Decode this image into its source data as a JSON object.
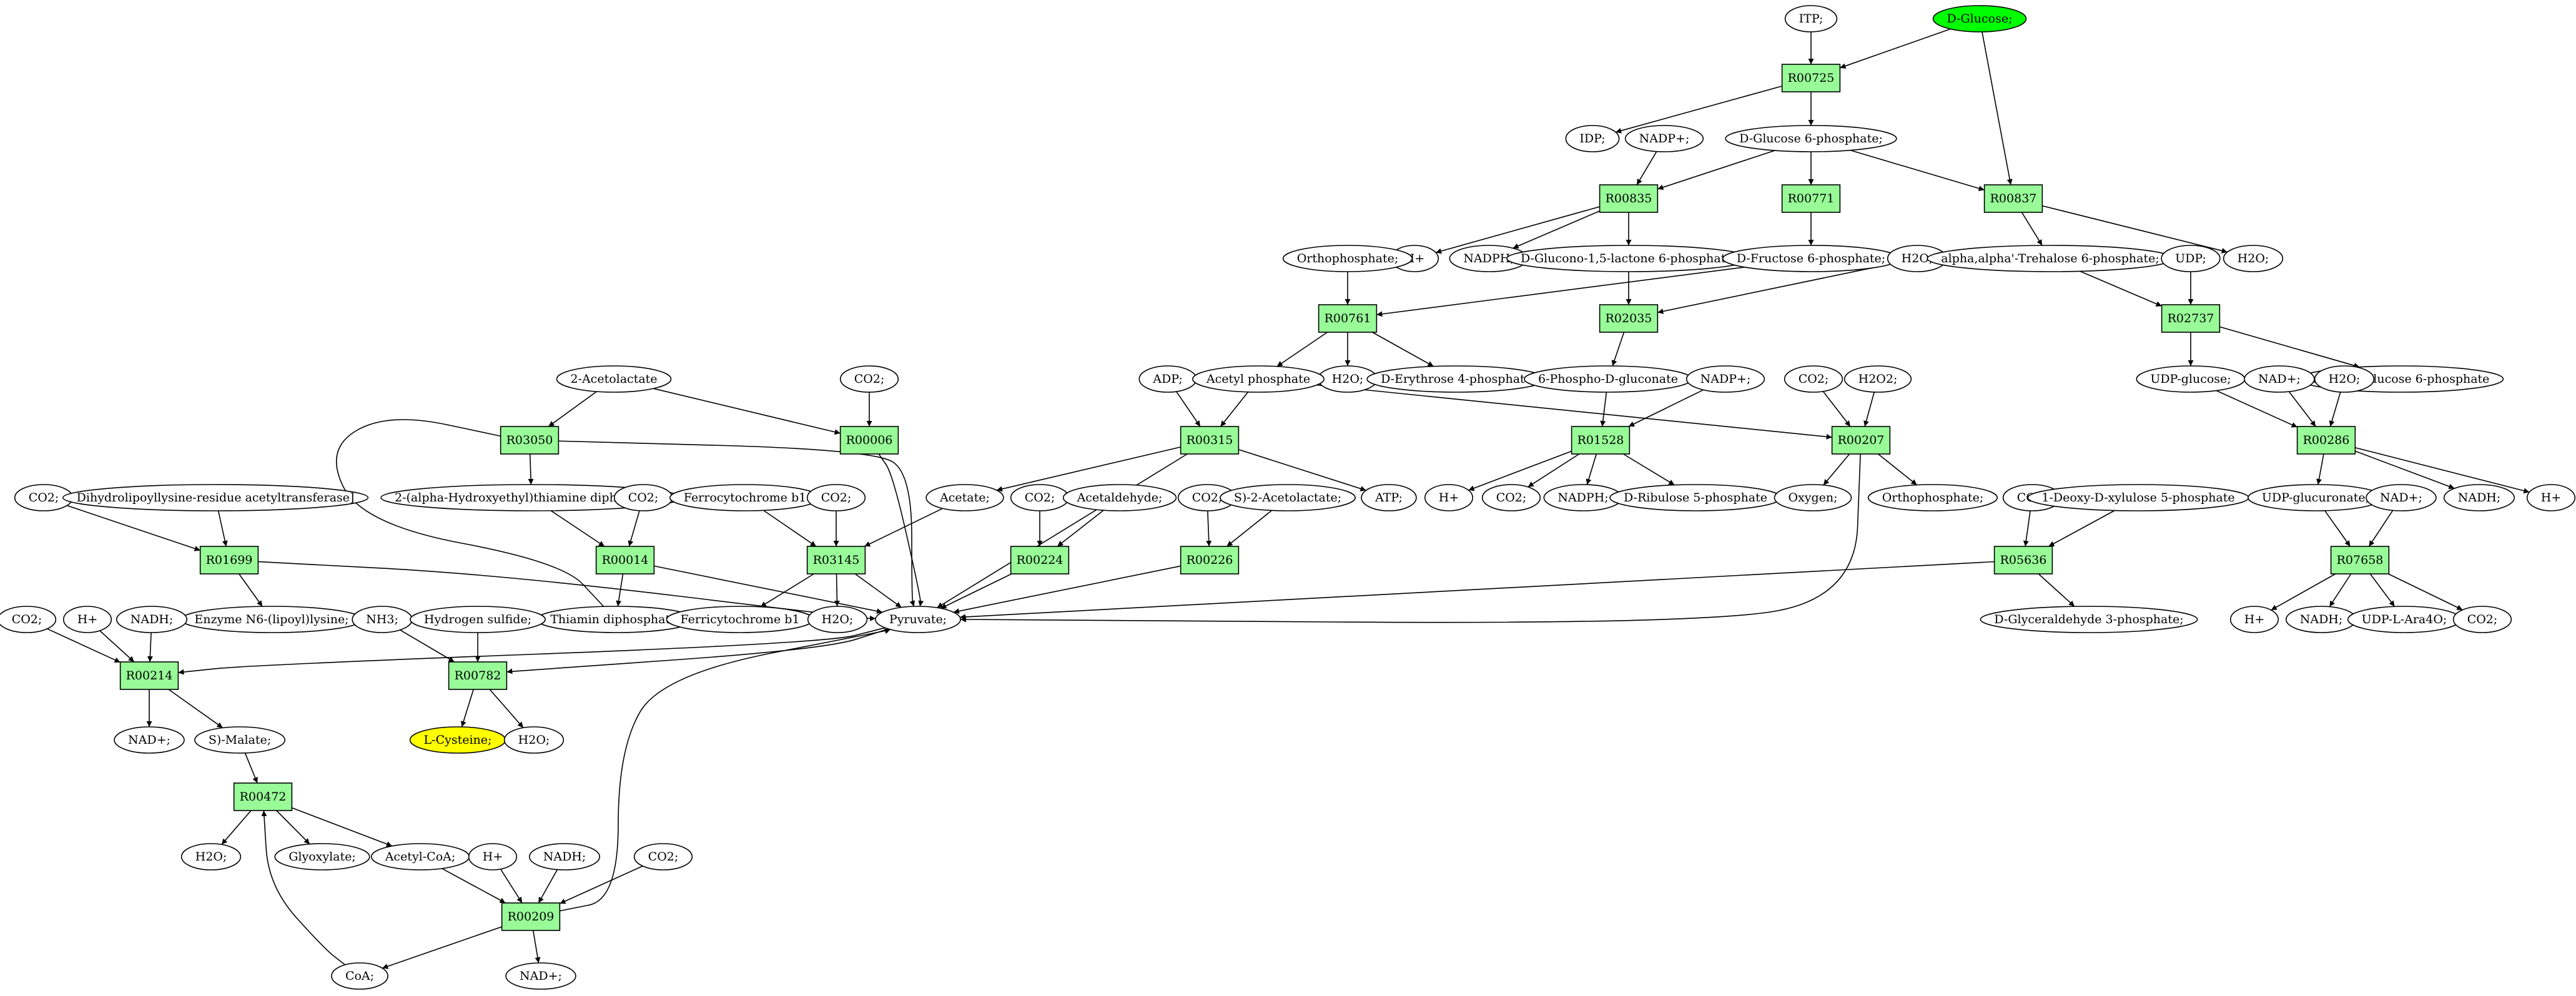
{
  "colors": {
    "reaction_fill": "#98fb98",
    "metabolite_fill": "#ffffff",
    "source_fill": "#00ff00",
    "target_fill": "#ffff00",
    "edge": "#000000"
  },
  "reactions": [
    {
      "id": "R00725",
      "label": "R00725"
    },
    {
      "id": "R00835",
      "label": "R00835"
    },
    {
      "id": "R00771",
      "label": "R00771"
    },
    {
      "id": "R00837",
      "label": "R00837"
    },
    {
      "id": "R00761",
      "label": "R00761"
    },
    {
      "id": "R02035",
      "label": "R02035"
    },
    {
      "id": "R02737",
      "label": "R02737"
    },
    {
      "id": "R03050",
      "label": "R03050"
    },
    {
      "id": "R00006",
      "label": "R00006"
    },
    {
      "id": "R00315",
      "label": "R00315"
    },
    {
      "id": "R01528",
      "label": "R01528"
    },
    {
      "id": "R00207",
      "label": "R00207"
    },
    {
      "id": "R00286",
      "label": "R00286"
    },
    {
      "id": "R01699",
      "label": "R01699"
    },
    {
      "id": "R00014",
      "label": "R00014"
    },
    {
      "id": "R03145",
      "label": "R03145"
    },
    {
      "id": "R00224",
      "label": "R00224"
    },
    {
      "id": "R00226",
      "label": "R00226"
    },
    {
      "id": "R05636",
      "label": "R05636"
    },
    {
      "id": "R07658",
      "label": "R07658"
    },
    {
      "id": "R00214",
      "label": "R00214"
    },
    {
      "id": "R00782",
      "label": "R00782"
    },
    {
      "id": "R00472",
      "label": "R00472"
    },
    {
      "id": "R00209",
      "label": "R00209"
    }
  ],
  "metabolites": [
    {
      "id": "itp",
      "label": "ITP;"
    },
    {
      "id": "dglucose",
      "label": "D-Glucose;",
      "role": "source"
    },
    {
      "id": "idp",
      "label": "IDP;"
    },
    {
      "id": "nadp_a",
      "label": "NADP+;"
    },
    {
      "id": "g6p",
      "label": "D-Glucose 6-phosphate;"
    },
    {
      "id": "h_a",
      "label": "H+"
    },
    {
      "id": "nadph_a",
      "label": "NADPH;"
    },
    {
      "id": "gluconolactone",
      "label": "D-Glucono-1,5-lactone 6-phosphate;"
    },
    {
      "id": "f6p",
      "label": "D-Fructose 6-phosphate;"
    },
    {
      "id": "h2o_a",
      "label": "H2O;"
    },
    {
      "id": "trehalose6p",
      "label": "alpha,alpha'-Trehalose 6-phosphate;"
    },
    {
      "id": "udp",
      "label": "UDP;"
    },
    {
      "id": "h2o_b",
      "label": "H2O;"
    },
    {
      "id": "orthophosphate_a",
      "label": "Orthophosphate;"
    },
    {
      "id": "h2o_c",
      "label": "H2O;"
    },
    {
      "id": "e4p",
      "label": "D-Erythrose 4-phosphate"
    },
    {
      "id": "pgluconate",
      "label": "6-Phospho-D-gluconate"
    },
    {
      "id": "udpglucose",
      "label": "UDP-glucose;"
    },
    {
      "id": "adglucose6p",
      "label": "alpha-D-Glucose 6-phosphate"
    },
    {
      "id": "acetolactate",
      "label": "2-Acetolactate"
    },
    {
      "id": "co2_a",
      "label": "CO2;"
    },
    {
      "id": "adp",
      "label": "ADP;"
    },
    {
      "id": "acetylphosphate",
      "label": "Acetyl phosphate"
    },
    {
      "id": "nadp_b",
      "label": "NADP+;"
    },
    {
      "id": "co2_b",
      "label": "CO2;"
    },
    {
      "id": "h2o2",
      "label": "H2O2;"
    },
    {
      "id": "nad_a",
      "label": "NAD+;"
    },
    {
      "id": "h2o_d",
      "label": "H2O;"
    },
    {
      "id": "h2o_e",
      "label": "H2O;"
    },
    {
      "id": "co2_c",
      "label": "CO2;"
    },
    {
      "id": "dihydrolipoyllysine",
      "label": "Dihydrolipoyllysine-residue acetyltransferase]"
    },
    {
      "id": "hethdp",
      "label": "2-(alpha-Hydroxyethyl)thiamine diphosphate;"
    },
    {
      "id": "co2_d",
      "label": "CO2;"
    },
    {
      "id": "ferrocytochrome",
      "label": "Ferrocytochrome b1"
    },
    {
      "id": "co2_e",
      "label": "CO2;"
    },
    {
      "id": "acetate",
      "label": "Acetate;"
    },
    {
      "id": "co2_f",
      "label": "CO2;"
    },
    {
      "id": "acetaldehyde",
      "label": "Acetaldehyde;"
    },
    {
      "id": "co2_g",
      "label": "CO2;"
    },
    {
      "id": "s2acetolactate",
      "label": "S)-2-Acetolactate;"
    },
    {
      "id": "atp",
      "label": "ATP;"
    },
    {
      "id": "h_b",
      "label": "H+"
    },
    {
      "id": "co2_h",
      "label": "CO2;"
    },
    {
      "id": "nadph_b",
      "label": "NADPH;"
    },
    {
      "id": "ribulose5p",
      "label": "D-Ribulose 5-phosphate"
    },
    {
      "id": "oxygen",
      "label": "Oxygen;"
    },
    {
      "id": "orthophosphate_b",
      "label": "Orthophosphate;"
    },
    {
      "id": "co2_i",
      "label": "CO2;"
    },
    {
      "id": "deoxyxylulose5p",
      "label": "1-Deoxy-D-xylulose 5-phosphate"
    },
    {
      "id": "udpglucuronate",
      "label": "UDP-glucuronate;"
    },
    {
      "id": "nad_b",
      "label": "NAD+;"
    },
    {
      "id": "nadh_a",
      "label": "NADH;"
    },
    {
      "id": "h_c",
      "label": "H+"
    },
    {
      "id": "lipoyllysine",
      "label": "Enzyme N6-(lipoyl)lysine;"
    },
    {
      "id": "thiamindp",
      "label": "Thiamin diphosphate;"
    },
    {
      "id": "ferricytochrome",
      "label": "Ferricytochrome b1"
    },
    {
      "id": "h2o_f",
      "label": "H2O;"
    },
    {
      "id": "pyruvate",
      "label": "Pyruvate;"
    },
    {
      "id": "g3p",
      "label": "D-Glyceraldehyde 3-phosphate;"
    },
    {
      "id": "h_d",
      "label": "H+"
    },
    {
      "id": "nadh_b",
      "label": "NADH;"
    },
    {
      "id": "udpara4o",
      "label": "UDP-L-Ara4O;"
    },
    {
      "id": "co2_j",
      "label": "CO2;"
    },
    {
      "id": "co2_k",
      "label": "CO2;"
    },
    {
      "id": "h_e",
      "label": "H+"
    },
    {
      "id": "nadh_c",
      "label": "NADH;"
    },
    {
      "id": "nh3",
      "label": "NH3;"
    },
    {
      "id": "h2s",
      "label": "Hydrogen sulfide;"
    },
    {
      "id": "nad_c",
      "label": "NAD+;"
    },
    {
      "id": "smalate",
      "label": "S)-Malate;"
    },
    {
      "id": "lcysteine",
      "label": "L-Cysteine;",
      "role": "target"
    },
    {
      "id": "h2o_g",
      "label": "H2O;"
    },
    {
      "id": "h2o_h",
      "label": "H2O;"
    },
    {
      "id": "glyoxylate",
      "label": "Glyoxylate;"
    },
    {
      "id": "acetylcoa",
      "label": "Acetyl-CoA;"
    },
    {
      "id": "h_f",
      "label": "H+"
    },
    {
      "id": "nadh_d",
      "label": "NADH;"
    },
    {
      "id": "co2_l",
      "label": "CO2;"
    },
    {
      "id": "coa",
      "label": "CoA;"
    },
    {
      "id": "nad_d",
      "label": "NAD+;"
    }
  ],
  "edges": [
    [
      "itp",
      "R00725"
    ],
    [
      "dglucose",
      "R00725"
    ],
    [
      "R00725",
      "idp"
    ],
    [
      "R00725",
      "g6p"
    ],
    [
      "dglucose",
      "R00837"
    ],
    [
      "g6p",
      "R00835"
    ],
    [
      "nadp_a",
      "R00835"
    ],
    [
      "R00835",
      "h_a"
    ],
    [
      "R00835",
      "nadph_a"
    ],
    [
      "R00835",
      "gluconolactone"
    ],
    [
      "g6p",
      "R00771"
    ],
    [
      "R00771",
      "f6p"
    ],
    [
      "g6p",
      "R00837"
    ],
    [
      "R00837",
      "trehalose6p"
    ],
    [
      "R00837",
      "h2o_b"
    ],
    [
      "gluconolactone",
      "R02035"
    ],
    [
      "h2o_a",
      "R02035"
    ],
    [
      "R02035",
      "pgluconate"
    ],
    [
      "f6p",
      "R00761"
    ],
    [
      "orthophosphate_a",
      "R00761"
    ],
    [
      "R00761",
      "acetylphosphate"
    ],
    [
      "R00761",
      "h2o_c"
    ],
    [
      "R00761",
      "e4p"
    ],
    [
      "trehalose6p",
      "R02737"
    ],
    [
      "udp",
      "R02737"
    ],
    [
      "R02737",
      "udpglucose"
    ],
    [
      "R02737",
      "adglucose6p"
    ],
    [
      "acetolactate",
      "R03050"
    ],
    [
      "acetolactate",
      "R00006"
    ],
    [
      "co2_a",
      "R00006"
    ],
    [
      "R00006",
      "pyruvate"
    ],
    [
      "adp",
      "R00315"
    ],
    [
      "acetylphosphate",
      "R00315"
    ],
    [
      "R00315",
      "acetate"
    ],
    [
      "R00315",
      "atp"
    ],
    [
      "R00315",
      "pyruvate"
    ],
    [
      "acetylphosphate",
      "R00207"
    ],
    [
      "co2_b",
      "R00207"
    ],
    [
      "h2o2",
      "R00207"
    ],
    [
      "R00207",
      "oxygen"
    ],
    [
      "R00207",
      "orthophosphate_b"
    ],
    [
      "R00207",
      "pyruvate"
    ],
    [
      "pgluconate",
      "R01528"
    ],
    [
      "nadp_b",
      "R01528"
    ],
    [
      "R01528",
      "h_b"
    ],
    [
      "R01528",
      "co2_h"
    ],
    [
      "R01528",
      "nadph_b"
    ],
    [
      "R01528",
      "ribulose5p"
    ],
    [
      "udpglucose",
      "R00286"
    ],
    [
      "nad_a",
      "R00286"
    ],
    [
      "h2o_d",
      "R00286"
    ],
    [
      "R00286",
      "udpglucuronate"
    ],
    [
      "R00286",
      "nadh_a"
    ],
    [
      "R00286",
      "h_c"
    ],
    [
      "R03050",
      "hethdp"
    ],
    [
      "R03050",
      "pyruvate"
    ],
    [
      "co2_c",
      "R01699"
    ],
    [
      "dihydrolipoyllysine",
      "R01699"
    ],
    [
      "R01699",
      "lipoyllysine"
    ],
    [
      "R01699",
      "pyruvate"
    ],
    [
      "hethdp",
      "R00014"
    ],
    [
      "co2_d",
      "R00014"
    ],
    [
      "R00014",
      "thiamindp"
    ],
    [
      "R00014",
      "pyruvate"
    ],
    [
      "thiamindp",
      "R03050"
    ],
    [
      "ferrocytochrome",
      "R03145"
    ],
    [
      "co2_e",
      "R03145"
    ],
    [
      "acetate",
      "R03145"
    ],
    [
      "R03145",
      "ferricytochrome"
    ],
    [
      "R03145",
      "h2o_f"
    ],
    [
      "R03145",
      "pyruvate"
    ],
    [
      "co2_f",
      "R00224"
    ],
    [
      "acetaldehyde",
      "R00224"
    ],
    [
      "R00224",
      "pyruvate"
    ],
    [
      "co2_g",
      "R00226"
    ],
    [
      "s2acetolactate",
      "R00226"
    ],
    [
      "R00226",
      "pyruvate"
    ],
    [
      "co2_i",
      "R05636"
    ],
    [
      "deoxyxylulose5p",
      "R05636"
    ],
    [
      "R05636",
      "g3p"
    ],
    [
      "R05636",
      "pyruvate"
    ],
    [
      "udpglucuronate",
      "R07658"
    ],
    [
      "nad_b",
      "R07658"
    ],
    [
      "R07658",
      "h_d"
    ],
    [
      "R07658",
      "nadh_b"
    ],
    [
      "R07658",
      "udpara4o"
    ],
    [
      "R07658",
      "co2_j"
    ],
    [
      "co2_k",
      "R00214"
    ],
    [
      "h_e",
      "R00214"
    ],
    [
      "nadh_c",
      "R00214"
    ],
    [
      "pyruvate",
      "R00214"
    ],
    [
      "R00214",
      "nad_c"
    ],
    [
      "R00214",
      "smalate"
    ],
    [
      "nh3",
      "R00782"
    ],
    [
      "h2s",
      "R00782"
    ],
    [
      "pyruvate",
      "R00782"
    ],
    [
      "R00782",
      "lcysteine"
    ],
    [
      "R00782",
      "h2o_g"
    ],
    [
      "smalate",
      "R00472"
    ],
    [
      "R00472",
      "h2o_h"
    ],
    [
      "R00472",
      "glyoxylate"
    ],
    [
      "R00472",
      "acetylcoa"
    ],
    [
      "acetylcoa",
      "R00209"
    ],
    [
      "h_f",
      "R00209"
    ],
    [
      "nadh_d",
      "R00209"
    ],
    [
      "co2_l",
      "R00209"
    ],
    [
      "R00209",
      "coa"
    ],
    [
      "R00209",
      "nad_d"
    ],
    [
      "R00209",
      "pyruvate"
    ],
    [
      "coa",
      "R00472"
    ]
  ]
}
